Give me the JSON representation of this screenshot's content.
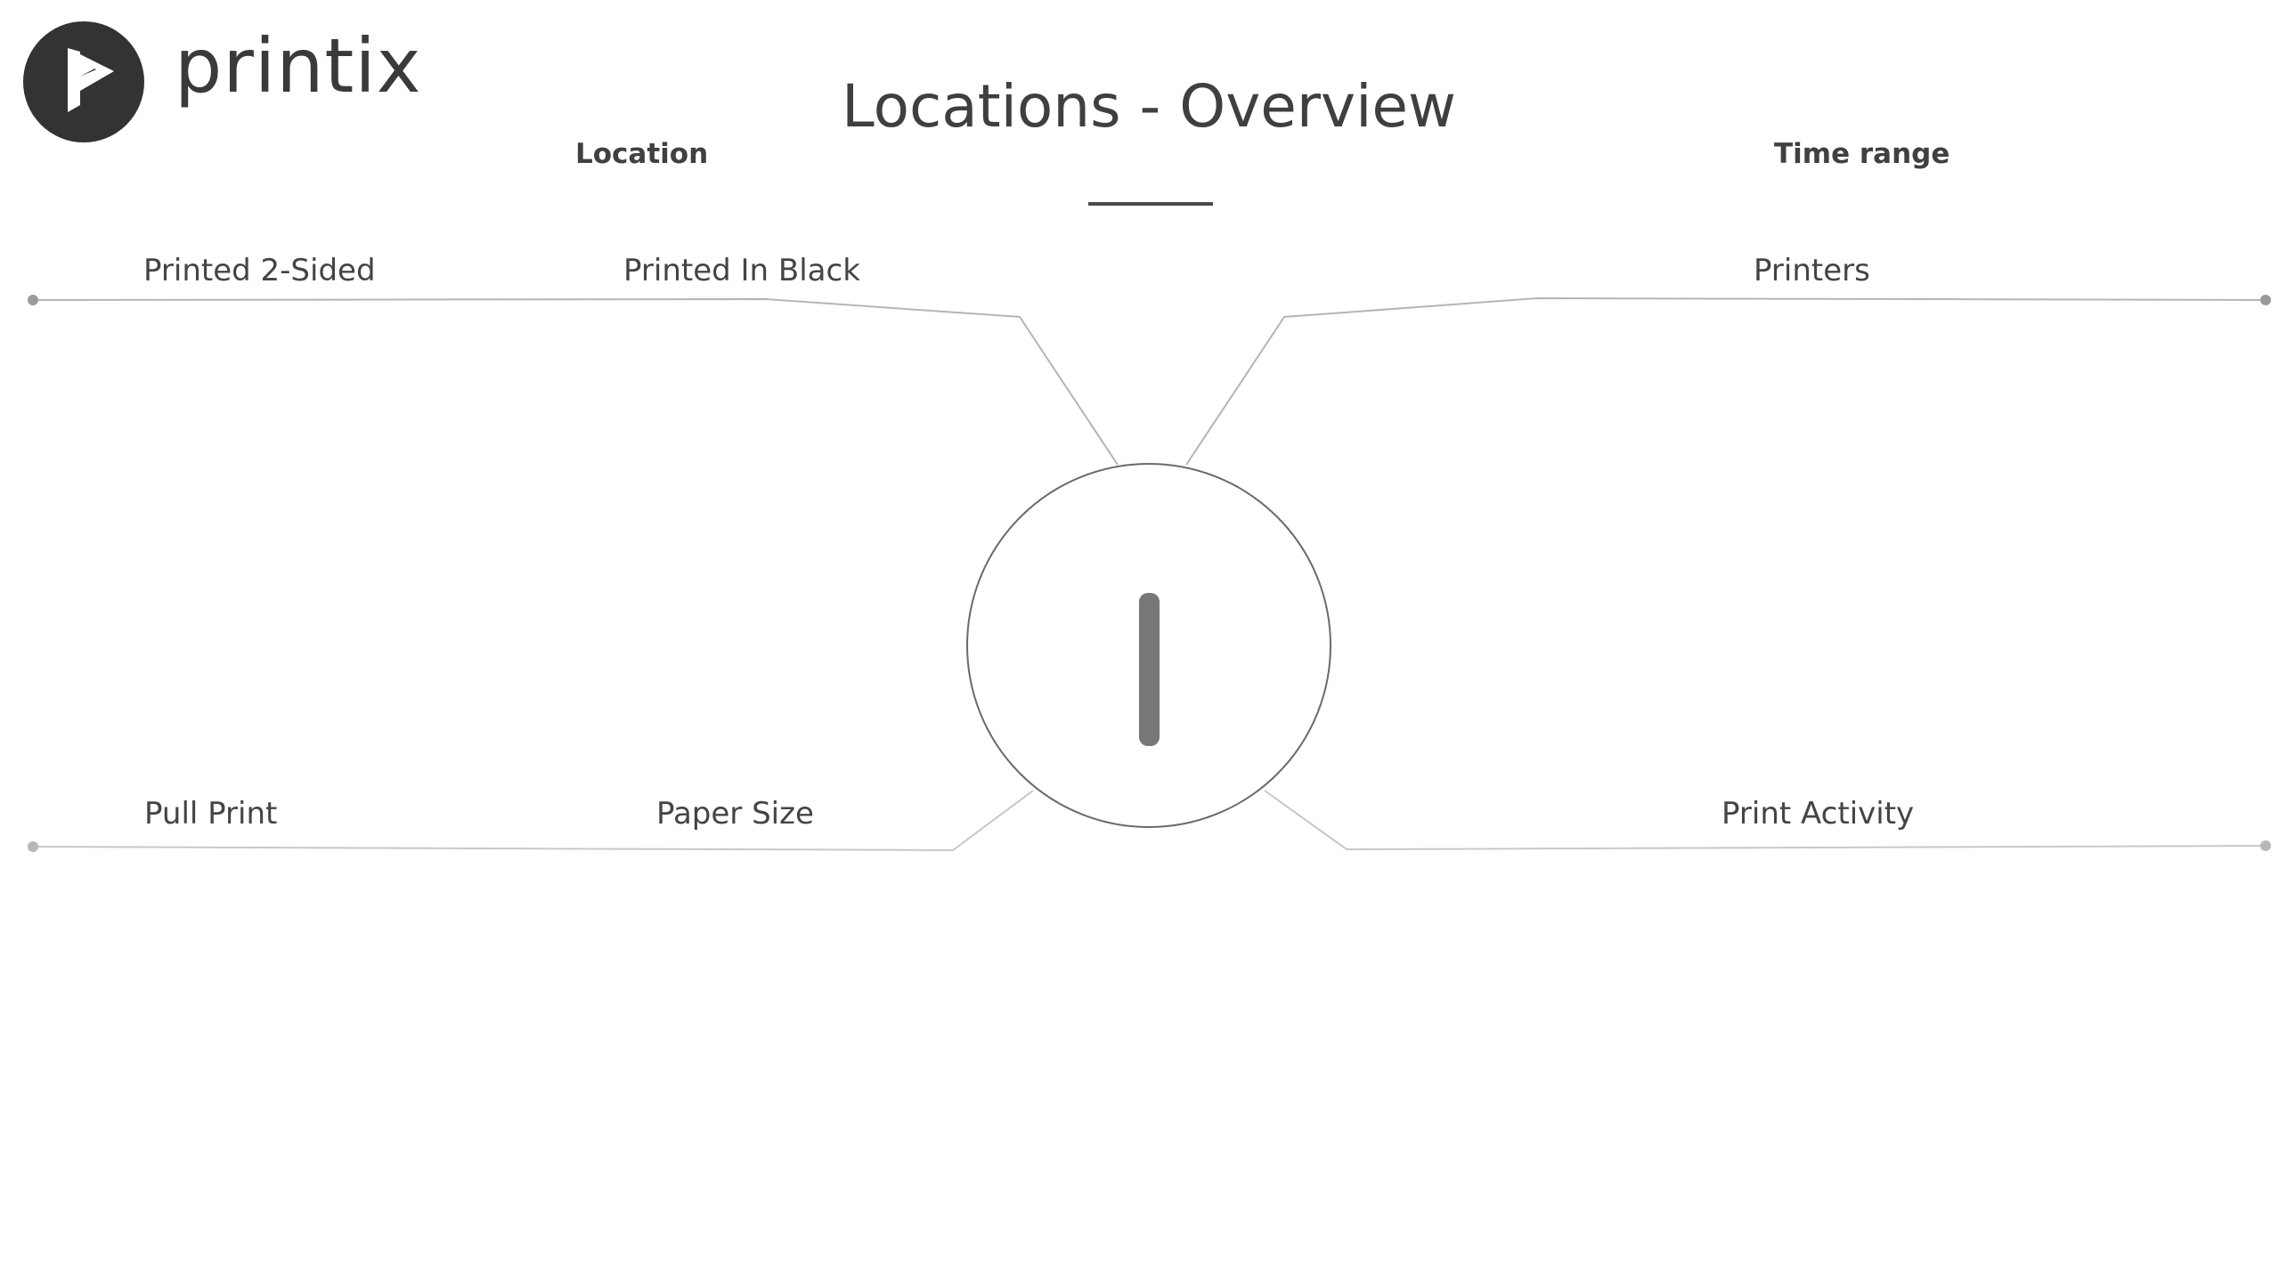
{
  "brand": {
    "name": "printix",
    "logo_icon": "printix-logo-icon",
    "logo_color": "#333333"
  },
  "page": {
    "title": "Locations - Overview"
  },
  "filters": {
    "location_label": "Location",
    "time_range_label": "Time range"
  },
  "navigation": {
    "items": [
      {
        "label": "Printed 2-Sided"
      },
      {
        "label": "Printed In Black"
      },
      {
        "label": "Printers"
      },
      {
        "label": "Pull Print"
      },
      {
        "label": "Paper Size"
      },
      {
        "label": "Print Activity"
      }
    ]
  },
  "center_badge": {
    "icon": "vertical-bar-icon",
    "color": "#777777"
  },
  "colors": {
    "line": "#b5b5b5",
    "dot": "#9a9a9a",
    "text": "#444444"
  }
}
